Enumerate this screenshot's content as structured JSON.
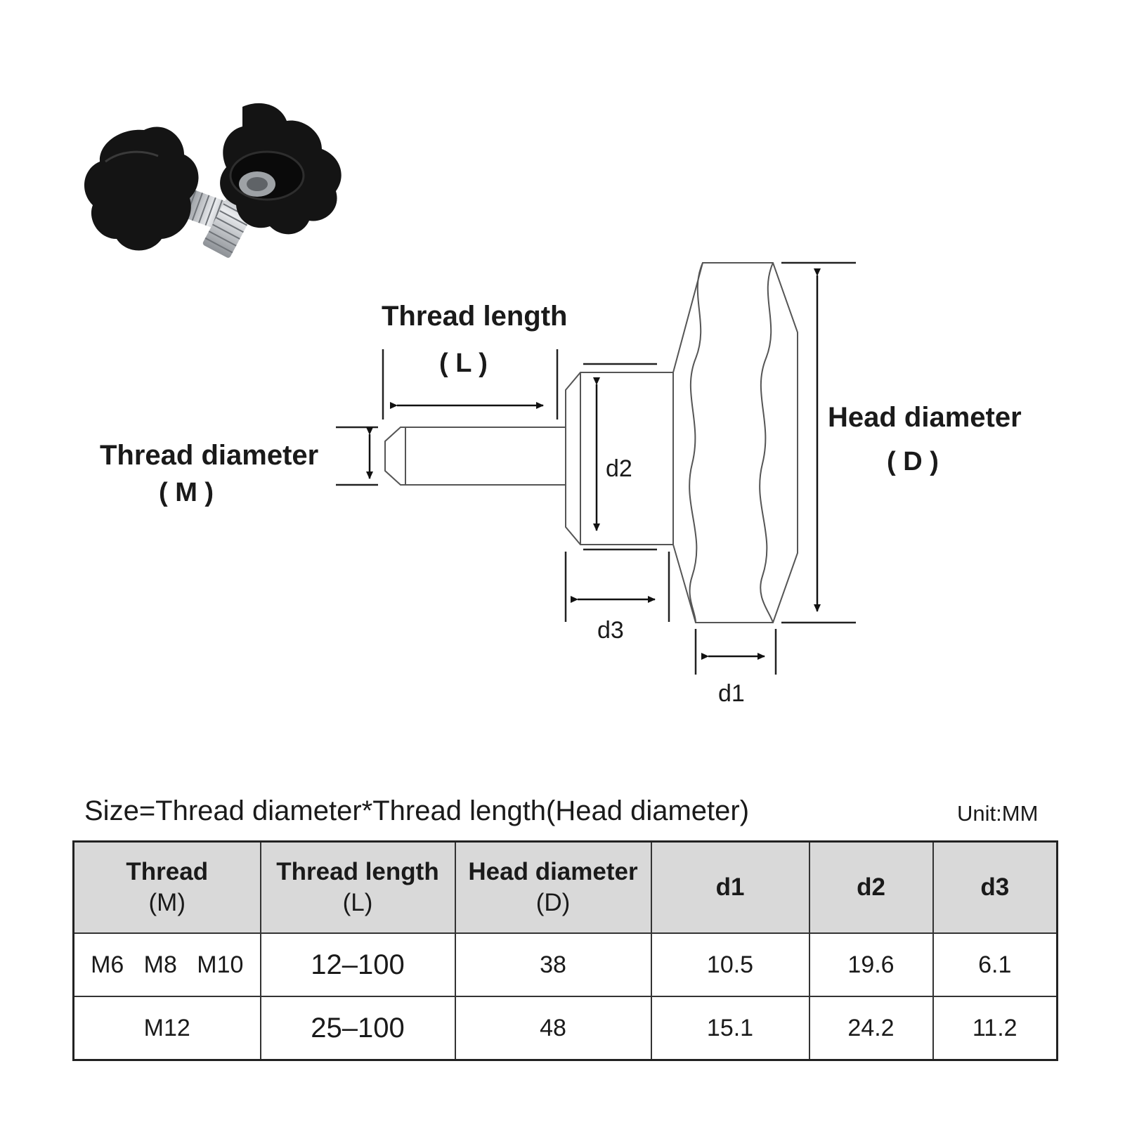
{
  "diagram": {
    "thread_length_label": "Thread length",
    "thread_length_symbol": "( L )",
    "thread_diameter_label": "Thread diameter",
    "thread_diameter_symbol": "( M )",
    "head_diameter_label": "Head diameter",
    "head_diameter_symbol": "( D )",
    "d1_label": "d1",
    "d2_label": "d2",
    "d3_label": "d3"
  },
  "size_title": "Size=Thread diameter*Thread length(Head diameter)",
  "unit": "Unit:MM",
  "table": {
    "headers": [
      {
        "title": "Thread",
        "sub": "(M)"
      },
      {
        "title": "Thread length",
        "sub": "(L)"
      },
      {
        "title": "Head diameter",
        "sub": "(D)"
      },
      {
        "title": "d1",
        "sub": ""
      },
      {
        "title": "d2",
        "sub": ""
      },
      {
        "title": "d3",
        "sub": ""
      }
    ],
    "rows": [
      [
        "M6   M8   M10",
        "12–100",
        "38",
        "10.5",
        "19.6",
        "6.1"
      ],
      [
        "M12",
        "25–100",
        "48",
        "15.1",
        "24.2",
        "11.2"
      ]
    ]
  },
  "colors": {
    "header_bg": "#d9d9d9",
    "knob_black": "#141414",
    "thread_steel": "#bfc3c8"
  }
}
